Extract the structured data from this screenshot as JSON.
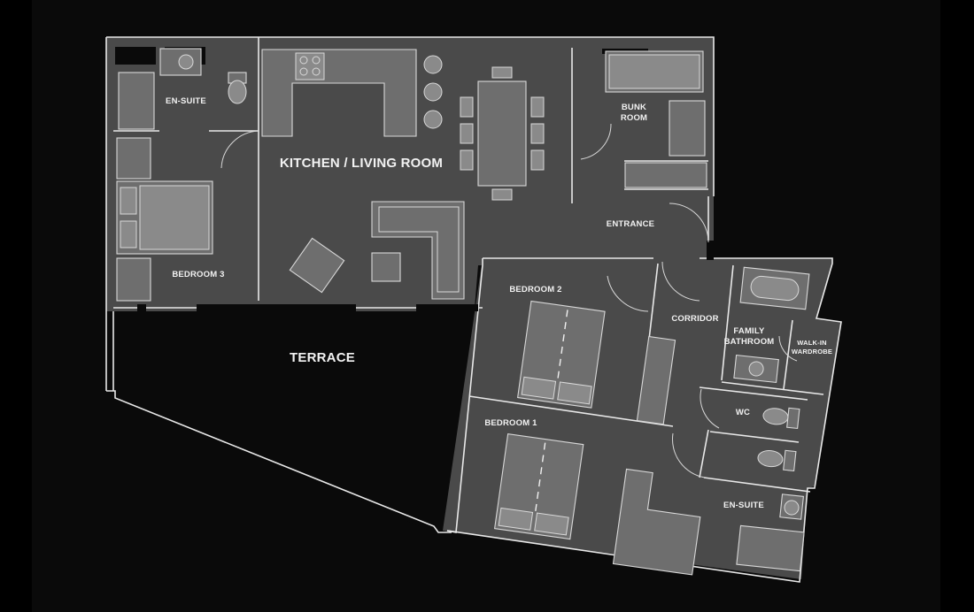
{
  "labels": {
    "en_suite_top": "EN-SUITE",
    "kitchen_living": "KITCHEN / LIVING ROOM",
    "bunk_room_line1": "BUNK",
    "bunk_room_line2": "ROOM",
    "entrance": "ENTRANCE",
    "bedroom_3": "BEDROOM 3",
    "terrace": "TERRACE",
    "bedroom_2": "BEDROOM 2",
    "corridor": "CORRIDOR",
    "family_bathroom_line1": "FAMILY",
    "family_bathroom_line2": "BATHROOM",
    "walk_in_line1": "WALK-IN",
    "walk_in_line2": "WARDROBE",
    "wc": "WC",
    "bedroom_1": "BEDROOM 1",
    "en_suite_bottom": "EN-SUITE"
  },
  "colors": {
    "background": "#0a0a0a",
    "floor": "#4a4a4a",
    "wall": "#e8e8e8",
    "fixture": "#6e6e6e"
  }
}
